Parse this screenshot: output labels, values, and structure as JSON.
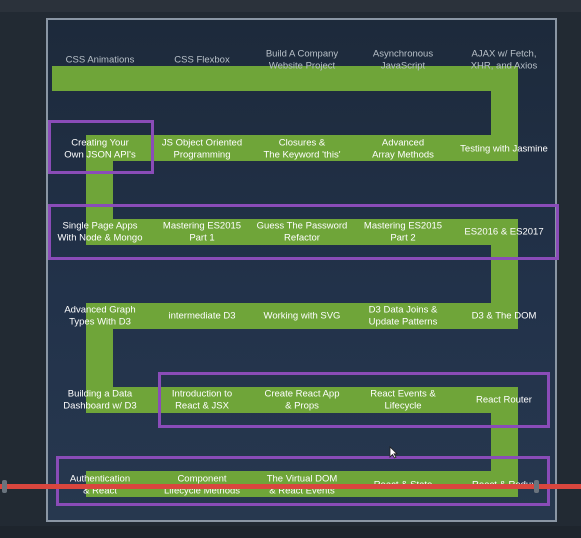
{
  "roadmap": {
    "rows": [
      [
        {
          "label": "CSS Animations"
        },
        {
          "label": "CSS Flexbox"
        },
        {
          "label": "Build A Company\nWebsite Project"
        },
        {
          "label": "Asynchronous\nJavaScript"
        },
        {
          "label": "AJAX w/ Fetch,\nXHR, and Axios"
        }
      ],
      [
        {
          "label": "Creating Your\nOwn JSON API's"
        },
        {
          "label": "JS Object Oriented\nProgramming"
        },
        {
          "label": "Closures &\nThe Keyword 'this'"
        },
        {
          "label": "Advanced\nArray Methods"
        },
        {
          "label": "Testing with Jasmine"
        }
      ],
      [
        {
          "label": "Single Page Apps\nWith Node & Mongo"
        },
        {
          "label": "Mastering ES2015\nPart 1"
        },
        {
          "label": "Guess The Password\nRefactor"
        },
        {
          "label": "Mastering ES2015\nPart 2"
        },
        {
          "label": "ES2016 & ES2017"
        }
      ],
      [
        {
          "label": "Advanced Graph\nTypes With D3"
        },
        {
          "label": "intermediate D3"
        },
        {
          "label": "Working with SVG"
        },
        {
          "label": "D3 Data Joins &\nUpdate Patterns"
        },
        {
          "label": "D3 & The DOM"
        }
      ],
      [
        {
          "label": "Building a Data\nDashboard w/ D3"
        },
        {
          "label": "Introduction to\nReact & JSX"
        },
        {
          "label": "Create React App\n& Props"
        },
        {
          "label": "React Events &\nLifecycle"
        },
        {
          "label": "React Router"
        }
      ],
      [
        {
          "label": "Authentication\n& React"
        },
        {
          "label": "Component\nLifecycle Methods"
        },
        {
          "label": "The Virtual DOM\n& React Events"
        },
        {
          "label": "React & State"
        },
        {
          "label": "React & Redux"
        }
      ]
    ],
    "colors": {
      "path": "#6fa539",
      "highlight": "#8a4cb8",
      "progress": "#d9463e"
    }
  }
}
